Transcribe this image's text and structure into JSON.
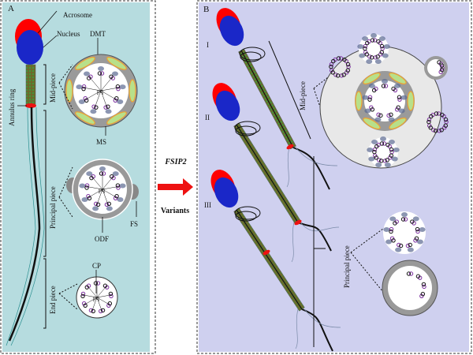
{
  "panel_a": {
    "letter": "A",
    "labels": {
      "acrosome": "Acrosome",
      "nucleus": "Nucleus",
      "dmt": "DMT",
      "annulus_ring": "Annulus ring",
      "mid_piece": "Mid-piece",
      "ms": "MS",
      "principal_piece": "Principal piece",
      "fs": "FS",
      "odf": "ODF",
      "cp": "CP",
      "end_piece": "End piece"
    }
  },
  "arrow": {
    "gene": "FSIP2",
    "caption": "Variants"
  },
  "panel_b": {
    "letter": "B",
    "variants": [
      "I",
      "II",
      "III"
    ],
    "labels": {
      "mid_piece": "Mid-piece",
      "principal_piece": "Principal piece"
    }
  },
  "colors": {
    "panel_a_bg": "#b6dcdf",
    "panel_b_bg": "#cfd0ef",
    "acrosome": "#ff0000",
    "nucleus": "#1a27c8",
    "arrow": "#ee1111",
    "mitochondria": "#9ccc55"
  }
}
